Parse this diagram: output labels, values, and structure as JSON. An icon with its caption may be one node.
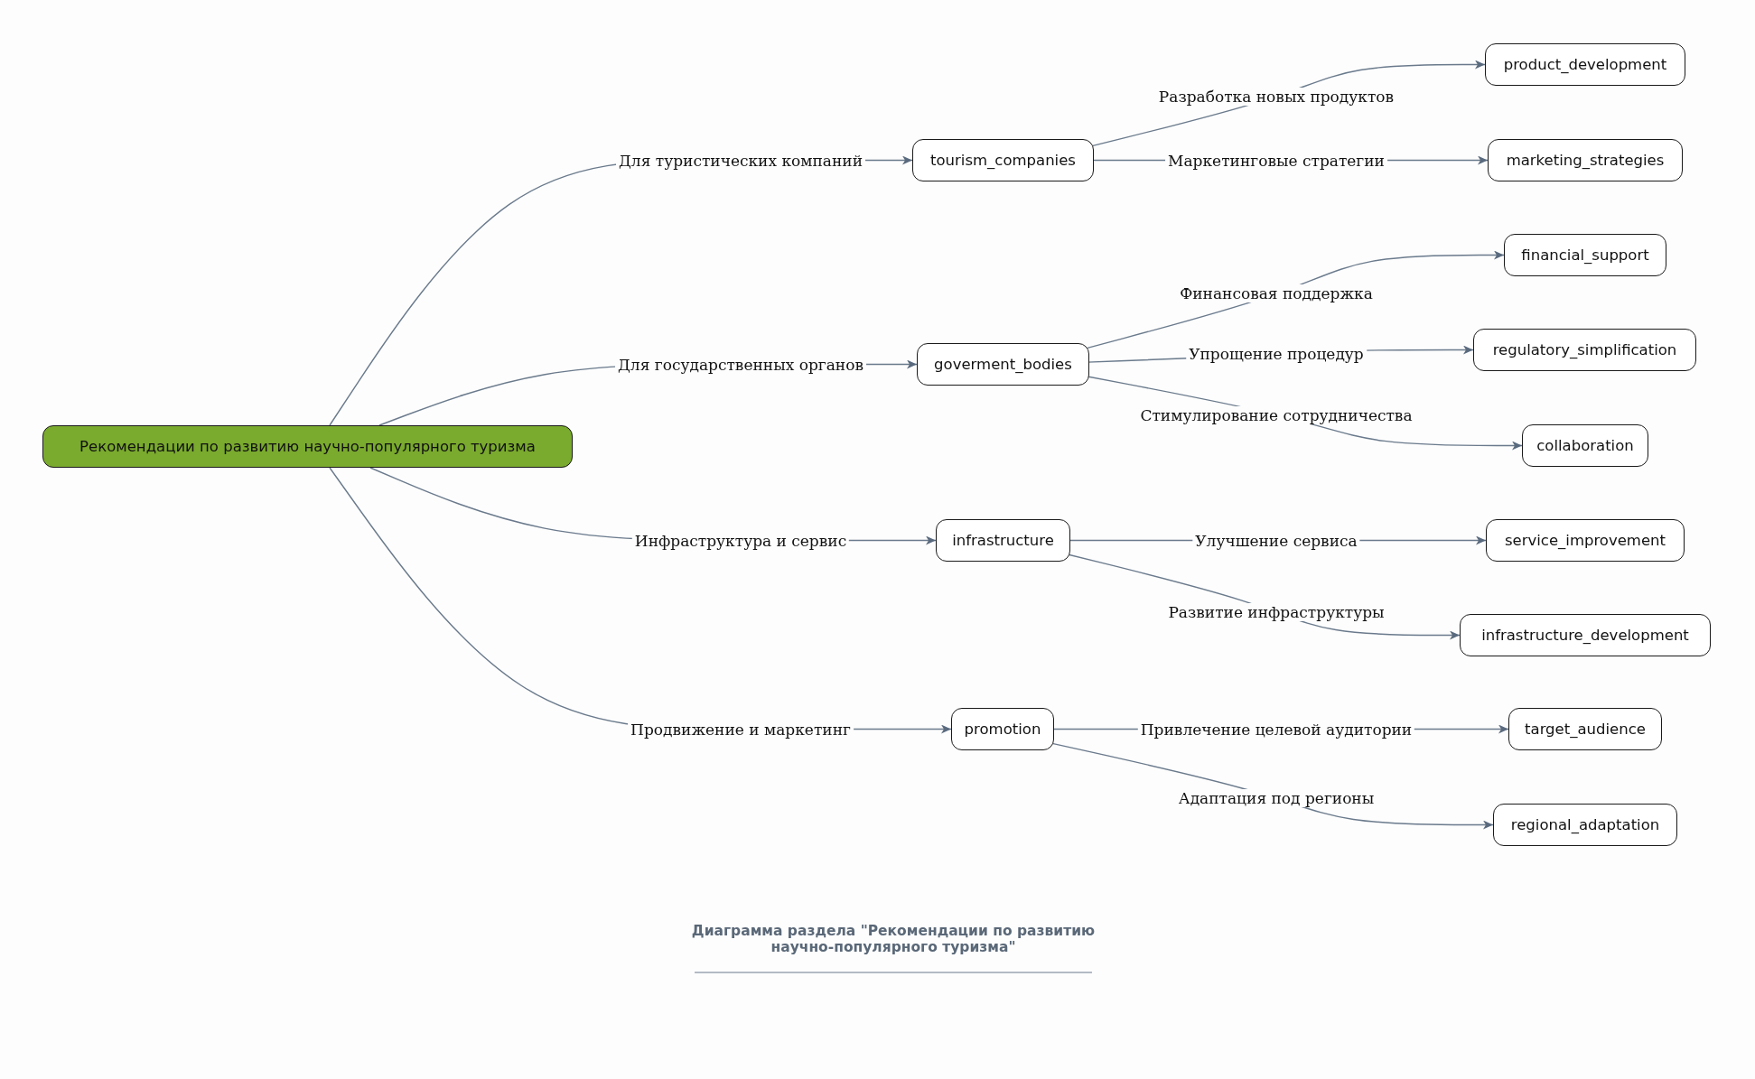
{
  "diagram": {
    "caption": "Диаграмма раздела \"Рекомендации по развитию научно-популярного туризма\"",
    "nodes": [
      {
        "text": [
          "Рекомендации по развитию научно-популярного туризма"
        ]
      },
      {
        "text": [
          "tourism_companies"
        ]
      },
      {
        "text": [
          "goverment_bodies"
        ]
      },
      {
        "text": [
          "infrastructure"
        ]
      },
      {
        "text": [
          "promotion"
        ]
      },
      {
        "text": [
          "product_development"
        ]
      },
      {
        "text": [
          "marketing_strategies"
        ]
      },
      {
        "text": [
          "financial_support"
        ]
      },
      {
        "text": [
          "regulatory_simplification"
        ]
      },
      {
        "text": [
          "collaboration"
        ]
      },
      {
        "text": [
          "service_improvement"
        ]
      },
      {
        "text": [
          "infrastructure_development"
        ]
      },
      {
        "text": [
          "target_audience"
        ]
      },
      {
        "text": [
          "regional_adaptation"
        ]
      }
    ],
    "edges": [
      {
        "from": 0,
        "to": 1,
        "arrow": "to",
        "label": "Для туристических компаний"
      },
      {
        "from": 0,
        "to": 2,
        "arrow": "to",
        "label": "Для государственных органов"
      },
      {
        "from": 0,
        "to": 3,
        "arrow": "to",
        "label": "Инфраструктура и сервис"
      },
      {
        "from": 0,
        "to": 4,
        "arrow": "to",
        "label": "Продвижение и маркетинг"
      },
      {
        "from": 1,
        "to": 5,
        "arrow": "to",
        "label": "Разработка новых продуктов"
      },
      {
        "from": 1,
        "to": 6,
        "arrow": "to",
        "label": "Маркетинговые стратегии"
      },
      {
        "from": 2,
        "to": 7,
        "arrow": "to",
        "label": "Финансовая поддержка"
      },
      {
        "from": 2,
        "to": 8,
        "arrow": "to",
        "label": "Упрощение процедур"
      },
      {
        "from": 2,
        "to": 9,
        "arrow": "to",
        "label": "Стимулирование сотрудничества"
      },
      {
        "from": 3,
        "to": 10,
        "arrow": "to",
        "label": "Улучшение сервиса"
      },
      {
        "from": 3,
        "to": 11,
        "arrow": "to",
        "label": "Развитие инфраструктуры"
      },
      {
        "from": 4,
        "to": 12,
        "arrow": "to",
        "label": "Привлечение целевой аудитории"
      },
      {
        "from": 4,
        "to": 13,
        "arrow": "to",
        "label": "Адаптация под регионы"
      }
    ]
  }
}
